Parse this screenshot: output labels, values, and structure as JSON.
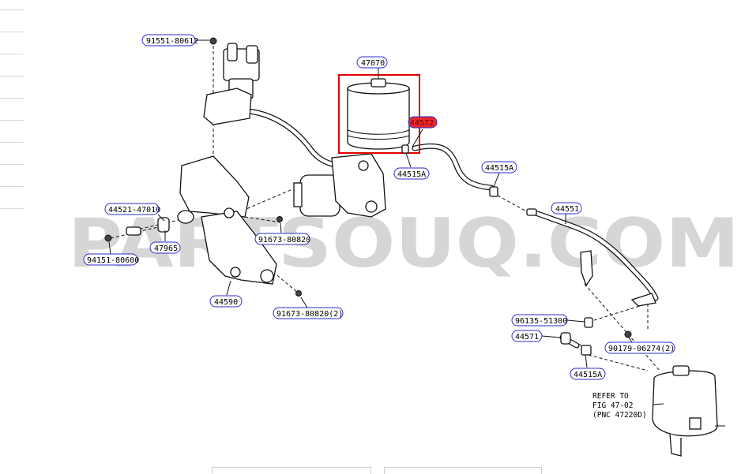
{
  "watermark": "PARTSOUQ.COM",
  "colors": {
    "callout_border": "#2b2bd0",
    "highlight_fill": "#e8272a",
    "selection_box": "#e00000"
  },
  "callouts": [
    {
      "id": "c1",
      "text": "91551-80612",
      "highlight": false
    },
    {
      "id": "c2",
      "text": "47070",
      "highlight": false
    },
    {
      "id": "c3",
      "text": "44572",
      "highlight": true
    },
    {
      "id": "c4",
      "text": "44515A",
      "highlight": false
    },
    {
      "id": "c5",
      "text": "44515A",
      "highlight": false
    },
    {
      "id": "c6",
      "text": "44551",
      "highlight": false
    },
    {
      "id": "c7",
      "text": "44521-47010",
      "highlight": false
    },
    {
      "id": "c8",
      "text": "47965",
      "highlight": false
    },
    {
      "id": "c9",
      "text": "94151-80600",
      "highlight": false
    },
    {
      "id": "c10",
      "text": "91673-80820",
      "highlight": false
    },
    {
      "id": "c11",
      "text": "44590",
      "highlight": false
    },
    {
      "id": "c12",
      "text": "91673-80820(2)",
      "highlight": false
    },
    {
      "id": "c13",
      "text": "96135-51300",
      "highlight": false
    },
    {
      "id": "c14",
      "text": "44571",
      "highlight": false
    },
    {
      "id": "c15",
      "text": "90179-06274(2)",
      "highlight": false
    },
    {
      "id": "c16",
      "text": "44515A",
      "highlight": false
    }
  ],
  "reference_note": {
    "line1": "REFER TO",
    "line2": "FIG 47-02",
    "line3": "(PNC 47220D)"
  }
}
